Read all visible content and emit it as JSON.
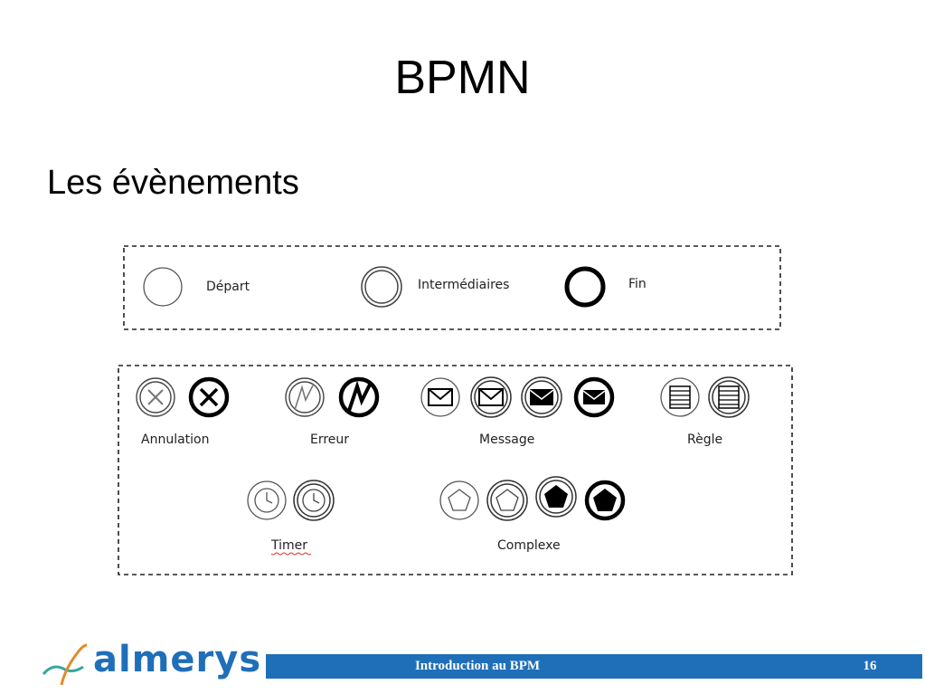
{
  "slide": {
    "title": "BPMN",
    "subtitle": "Les évènements"
  },
  "diagram": {
    "basic_events": [
      {
        "label": "Départ",
        "icon": "start-event-icon"
      },
      {
        "label": "Intermédiaires",
        "icon": "intermediate-event-icon"
      },
      {
        "label": "Fin",
        "icon": "end-event-icon"
      }
    ],
    "typed_events": [
      {
        "label": "Annulation",
        "icons": [
          "cancel-intermediate-icon",
          "cancel-end-icon"
        ]
      },
      {
        "label": "Erreur",
        "icons": [
          "error-intermediate-icon",
          "error-end-icon"
        ]
      },
      {
        "label": "Message",
        "icons": [
          "message-start-icon",
          "message-intermediate-catch-icon",
          "message-intermediate-throw-icon",
          "message-end-icon"
        ]
      },
      {
        "label": "Règle",
        "icons": [
          "rule-start-icon",
          "rule-intermediate-icon"
        ]
      },
      {
        "label": "Timer",
        "icons": [
          "timer-start-icon",
          "timer-intermediate-icon"
        ]
      },
      {
        "label": "Complexe",
        "icons": [
          "complex-start-icon",
          "complex-intermediate-catch-icon",
          "complex-intermediate-throw-icon",
          "complex-end-icon"
        ]
      }
    ]
  },
  "footer": {
    "logo_text": "almerys",
    "title": "Introduction au BPM",
    "page_number": "16",
    "bar_color": "#1f6fb8"
  }
}
